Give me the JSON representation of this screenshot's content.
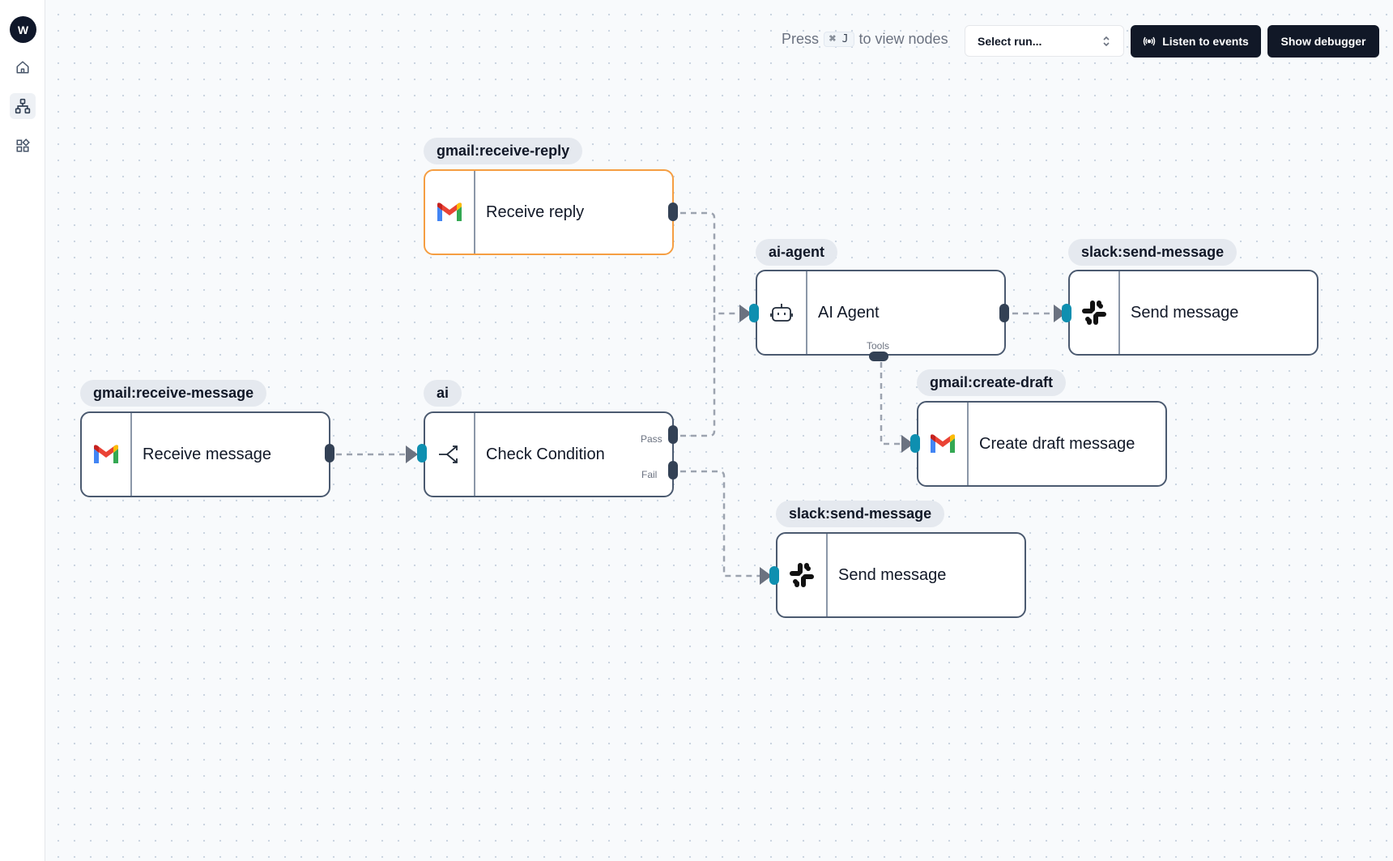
{
  "sidebar": {
    "logo": "W",
    "items": [
      {
        "name": "home",
        "icon": "home-icon"
      },
      {
        "name": "workflows",
        "icon": "workflow-icon",
        "active": true
      },
      {
        "name": "apps",
        "icon": "apps-icon"
      }
    ]
  },
  "toolbar": {
    "hint_prefix": "Press",
    "hint_key": "⌘ J",
    "hint_suffix": "to view nodes",
    "select_run_placeholder": "Select run...",
    "listen_label": "Listen to events",
    "debugger_label": "Show debugger"
  },
  "nodes": {
    "receive_reply": {
      "type": "gmail:receive-reply",
      "title": "Receive reply",
      "icon": "gmail-icon"
    },
    "receive_message": {
      "type": "gmail:receive-message",
      "title": "Receive message",
      "icon": "gmail-icon"
    },
    "check_condition": {
      "type": "ai",
      "title": "Check Condition",
      "icon": "condition-icon",
      "pass_label": "Pass",
      "fail_label": "Fail"
    },
    "ai_agent": {
      "type": "ai-agent",
      "title": "AI Agent",
      "icon": "robot-icon",
      "tools_label": "Tools"
    },
    "slack_send_1": {
      "type": "slack:send-message",
      "title": "Send message",
      "icon": "slack-icon"
    },
    "create_draft": {
      "type": "gmail:create-draft",
      "title": "Create draft message",
      "icon": "gmail-icon"
    },
    "slack_send_2": {
      "type": "slack:send-message",
      "title": "Send message",
      "icon": "slack-icon"
    }
  },
  "colors": {
    "selected_border": "#f59e42",
    "node_border": "#4b5a70",
    "input_handle": "#0e8fb0",
    "output_handle": "#334155",
    "edge": "#9ca3af"
  }
}
